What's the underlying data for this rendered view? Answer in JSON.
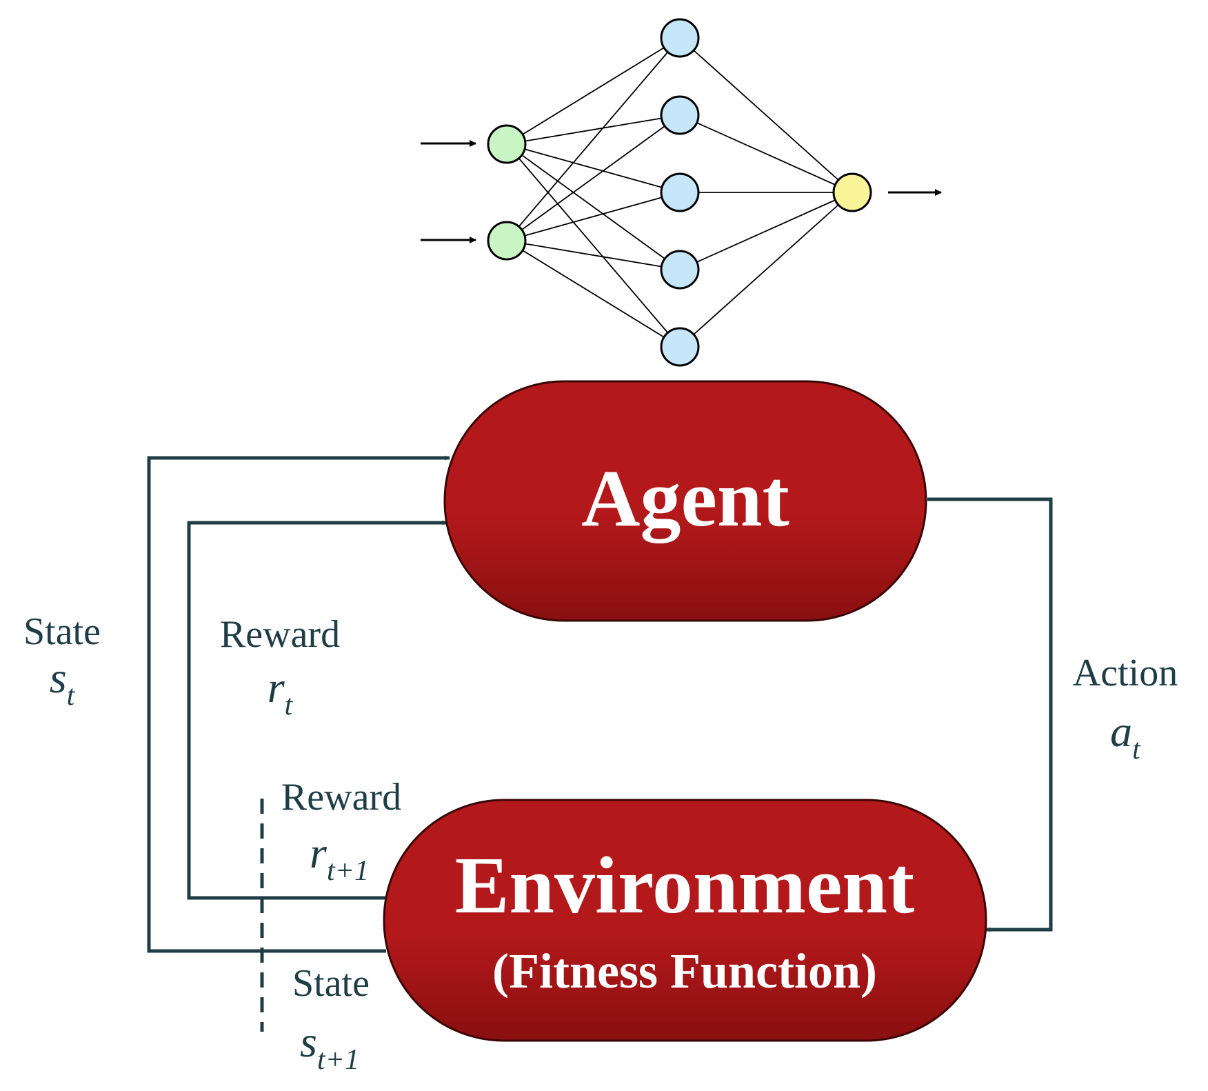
{
  "colors": {
    "box_fill_top": "#b3191b",
    "box_fill_bottom": "#8a0f10",
    "box_stroke": "#3a0505",
    "arrow": "#1f3d45",
    "input_node": "#c9f5c4",
    "hidden_node": "#c6e6fa",
    "output_node": "#fbf59a"
  },
  "network": {
    "layers": [
      {
        "role": "input",
        "count": 2
      },
      {
        "role": "hidden",
        "count": 5
      },
      {
        "role": "output",
        "count": 1
      }
    ]
  },
  "agent": {
    "title": "Agent"
  },
  "environment": {
    "title": "Environment",
    "subtitle": "(Fitness Function)"
  },
  "labels": {
    "state_left": {
      "word": "State",
      "var": "s",
      "sub": "t"
    },
    "reward_mid": {
      "word": "Reward",
      "var": "r",
      "sub": "t"
    },
    "reward_next": {
      "word": "Reward",
      "var": "r",
      "sub": "t+1"
    },
    "state_next": {
      "word": "State",
      "var": "s",
      "sub": "t+1"
    },
    "action": {
      "word": "Action",
      "var": "a",
      "sub": "t"
    }
  }
}
